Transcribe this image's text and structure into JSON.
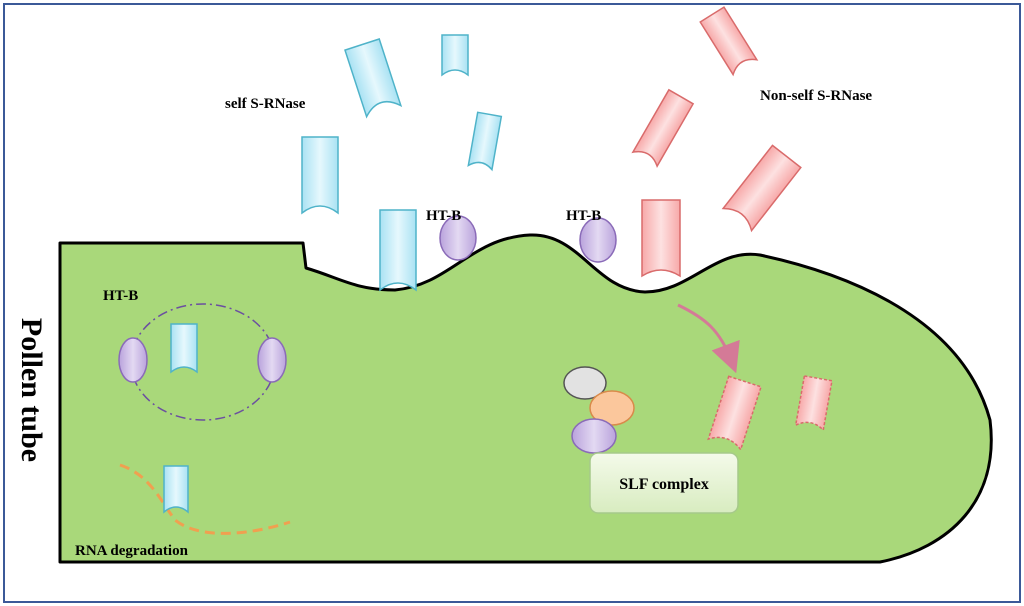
{
  "side_label": "Pollen tube",
  "labels": {
    "self_srnase": "self S-RNase",
    "nonself_srnase": "Non-self S-RNase",
    "htb_surface_1": "HT-B",
    "htb_surface_2": "HT-B",
    "htb_vacuole": "HT-B",
    "slf_complex": "SLF complex",
    "rna_degradation": "RNA degradation"
  },
  "colors": {
    "frame_border": "#3b5998",
    "pollen_tube_fill": "#a9d87a",
    "self_srnase": "#bfe9f7",
    "self_srnase_stroke": "#4fb3c9",
    "nonself_srnase": "#f9b7b7",
    "nonself_srnase_stroke": "#d96b6b",
    "htb": "#c9b5e3",
    "htb_stroke": "#8a6bb8",
    "slf_box": "#eaf5d8",
    "arrow": "#d47a97",
    "rna_strand": "#f0a050",
    "vacuole_outline": "#6b4fa0"
  }
}
